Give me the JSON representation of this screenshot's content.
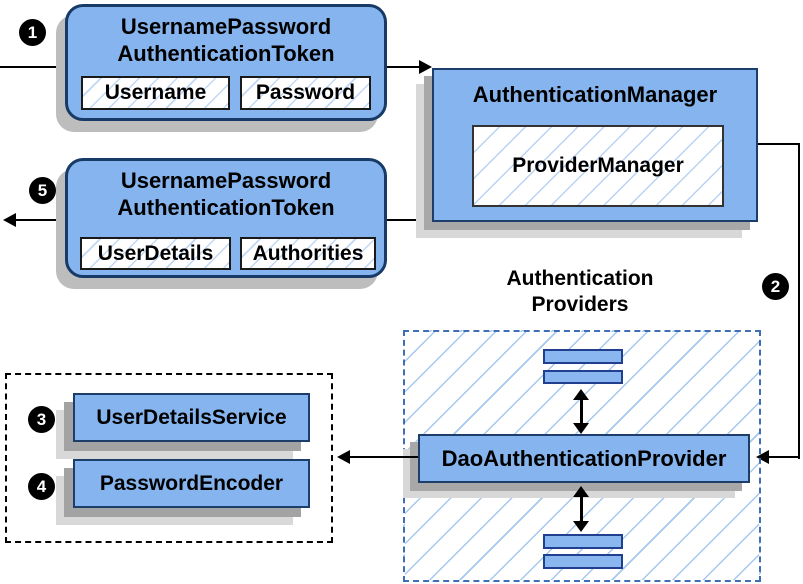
{
  "request_token": {
    "title_line1": "UsernamePassword",
    "title_line2": "AuthenticationToken",
    "field1": "Username",
    "field2": "Password"
  },
  "response_token": {
    "title_line1": "UsernamePassword",
    "title_line2": "AuthenticationToken",
    "field1": "UserDetails",
    "field2": "Authorities"
  },
  "authentication_manager": {
    "title": "AuthenticationManager",
    "provider_manager": "ProviderManager"
  },
  "providers": {
    "heading_line1": "Authentication",
    "heading_line2": "Providers",
    "dao_provider": "DaoAuthenticationProvider"
  },
  "collaborators": {
    "user_details_service": "UserDetailsService",
    "password_encoder": "PasswordEncoder"
  },
  "steps": {
    "s1": "1",
    "s2": "2",
    "s3": "3",
    "s4": "4",
    "s5": "5"
  },
  "colors": {
    "box_fill": "#85b4ee",
    "box_border": "#1d3e6b",
    "rounded_border": "#173a66",
    "hatch_line": "#a5c8ee",
    "dashed_border": "#3f6eb5",
    "shadow": "#a8a8a8",
    "arrow": "#000000"
  }
}
